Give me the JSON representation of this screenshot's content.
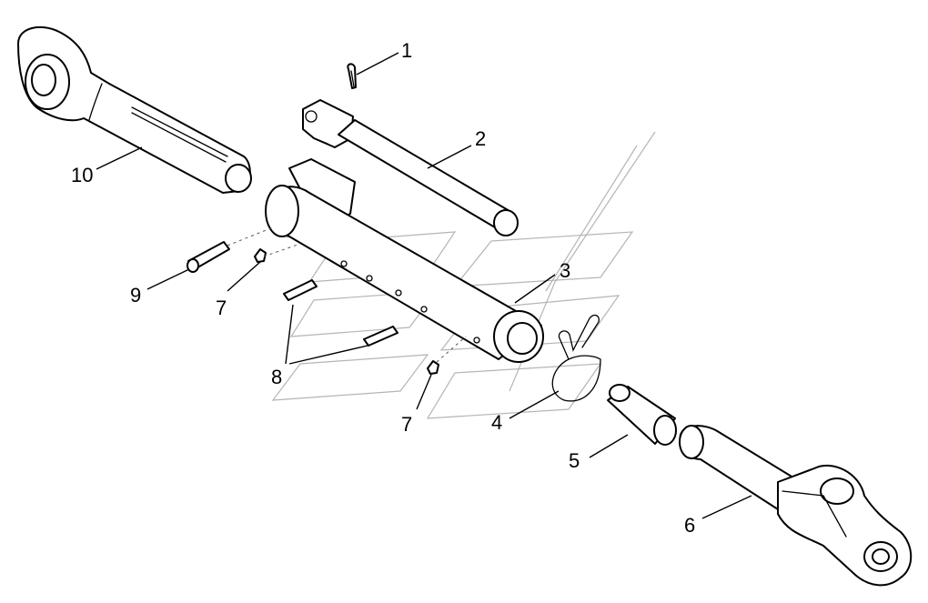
{
  "diagram": {
    "callouts": {
      "c1": "1",
      "c2": "2",
      "c3": "3",
      "c4": "4",
      "c5": "5",
      "c6": "6",
      "c7a": "7",
      "c7b": "7",
      "c8": "8",
      "c9": "9",
      "c10": "10"
    }
  }
}
